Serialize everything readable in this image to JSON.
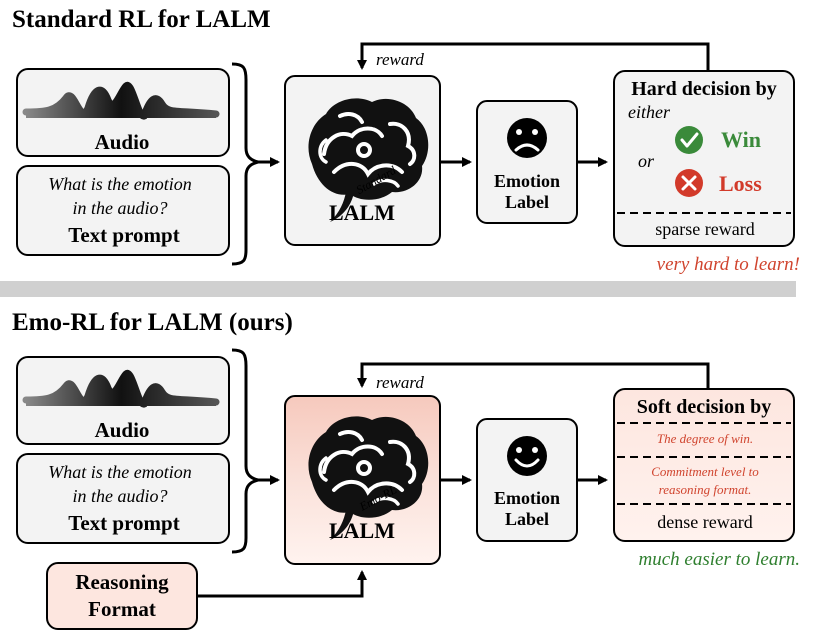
{
  "colors": {
    "ink": "#000000",
    "panel": "#f3f3f3",
    "divider": "#d0d0d0",
    "win": "#3a8a3a",
    "loss": "#d23a2a",
    "warm_fill": "#fbe2da",
    "soft_text": "#d0442e",
    "green_text": "#2f7f2f"
  },
  "icons": {
    "audio": "waveform-icon",
    "brain": "brain-icon",
    "sad": "sad-face-icon",
    "happy": "happy-face-icon",
    "win": "check-circle-icon",
    "loss": "x-circle-icon"
  },
  "standard": {
    "title": "Standard RL for LALM",
    "audio_label": "Audio",
    "question_line1": "What is the emotion",
    "question_line2": "in the audio?",
    "prompt_label": "Text prompt",
    "reward_label": "reward",
    "brain_tag": "Standard",
    "lalm_label": "LALM",
    "emotion_line1": "Emotion",
    "emotion_line2": "Label",
    "decision_title": "Hard decision by",
    "either": "either",
    "or": "or",
    "win": "Win",
    "loss": "Loss",
    "reward_type": "sparse reward",
    "note": "very hard to learn!"
  },
  "emo": {
    "title": "Emo-RL for LALM (ours)",
    "audio_label": "Audio",
    "question_line1": "What is the emotion",
    "question_line2": "in the audio?",
    "prompt_label": "Text prompt",
    "reward_label": "reward",
    "brain_tag": "Emo-RL",
    "lalm_label": "LALM",
    "emotion_line1": "Emotion",
    "emotion_line2": "Label",
    "decision_title": "Soft decision by",
    "item1": "The degree of win.",
    "item2_line1": "Commitment level to",
    "item2_line2": "reasoning format.",
    "reward_type": "dense reward",
    "note": "much easier to learn.",
    "format_line1": "Reasoning",
    "format_line2": "Format"
  }
}
